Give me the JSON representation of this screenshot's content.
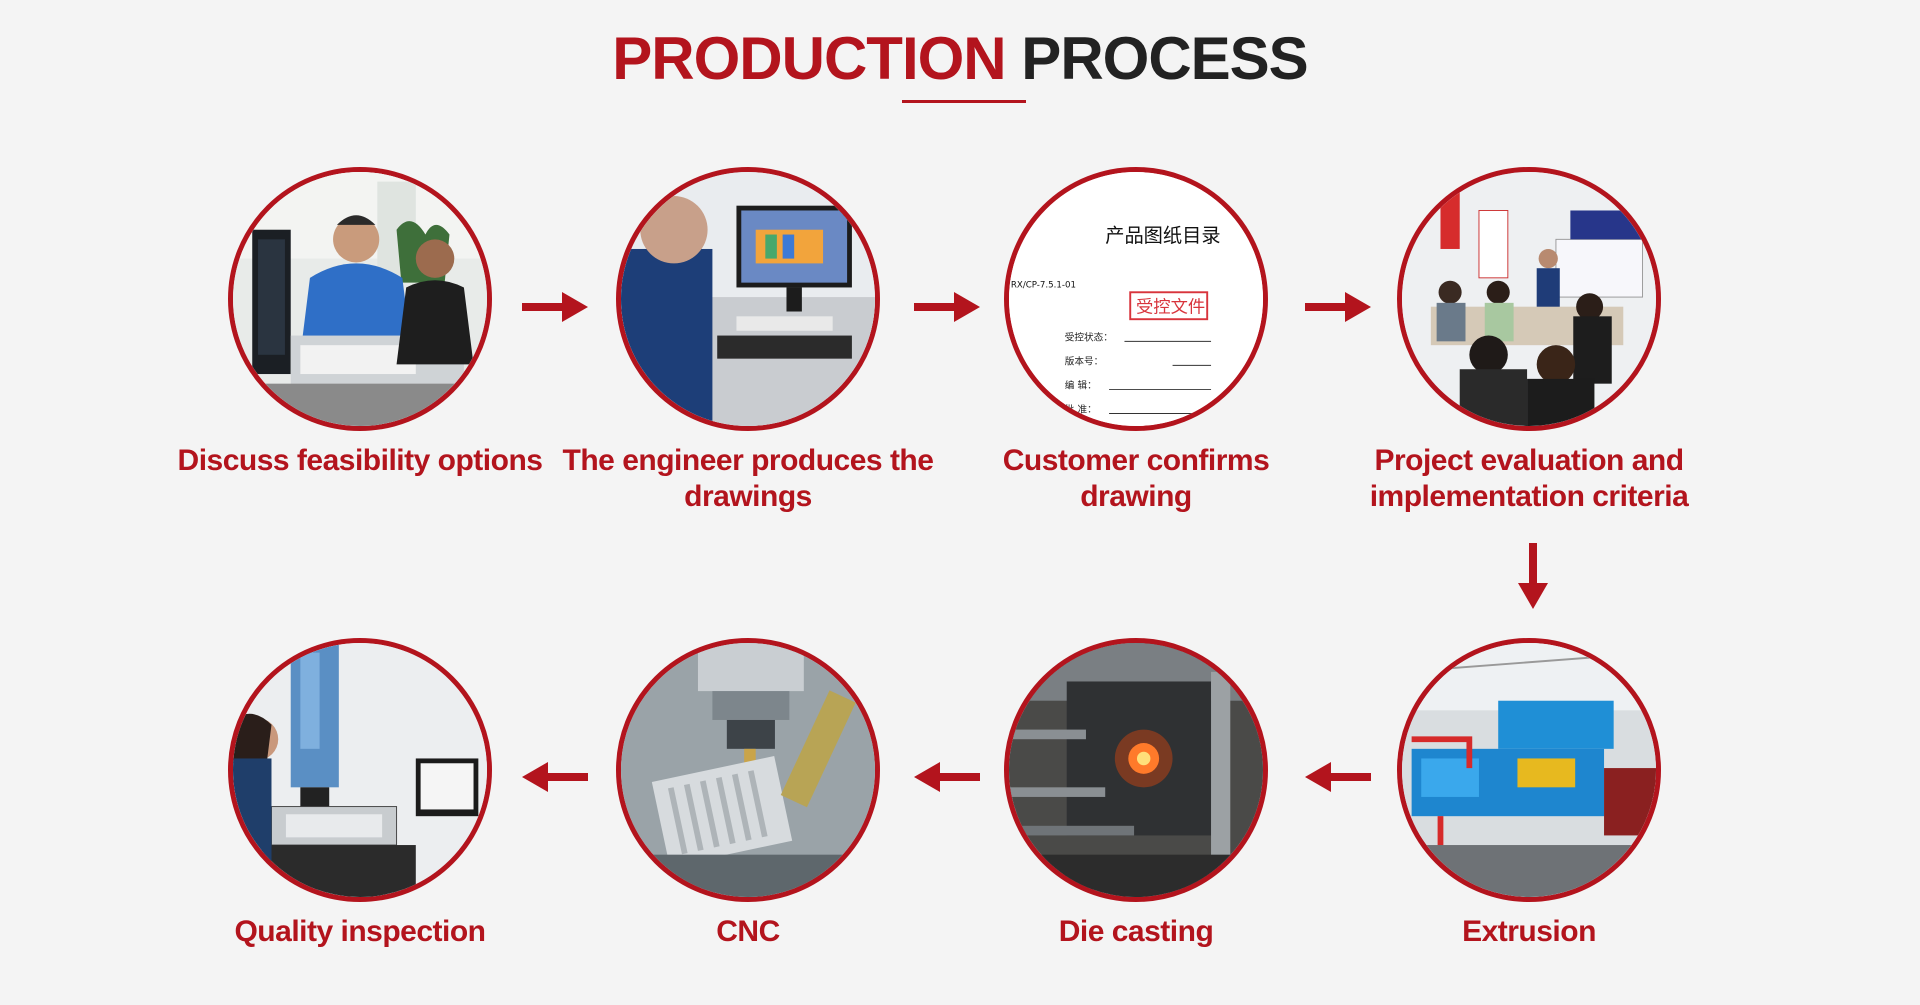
{
  "title": {
    "part1": "PRODUCTION",
    "part2": "PROCESS"
  },
  "colors": {
    "accent": "#b3141d",
    "title_dark": "#222222",
    "background": "#f4f4f4"
  },
  "steps": [
    {
      "label": "Discuss feasibility options"
    },
    {
      "label": "The engineer produces the drawings"
    },
    {
      "label": "Customer confirms drawing"
    },
    {
      "label": "Project evaluation and implementation criteria"
    },
    {
      "label": "Extrusion"
    },
    {
      "label": "Die casting"
    },
    {
      "label": "CNC"
    },
    {
      "label": "Quality inspection"
    }
  ],
  "document": {
    "title": "产品图纸目录",
    "code": "RX/CP-7.5.1-01",
    "stamp": "受控文件",
    "fields": [
      "受控状态：",
      "版本号：",
      "编  辑：",
      "批  准："
    ]
  }
}
